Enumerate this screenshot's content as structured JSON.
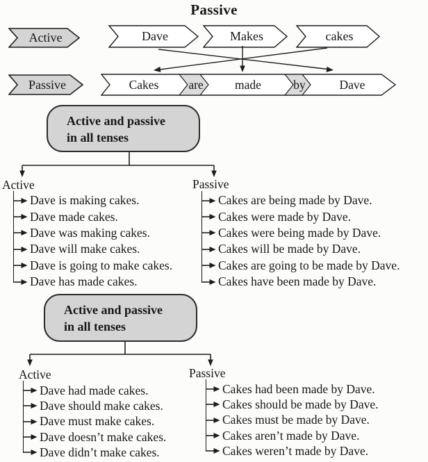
{
  "title": "Passive",
  "transform_diagram": {
    "active_label": "Active",
    "passive_label": "Passive",
    "active_words": [
      "Dave",
      "Makes",
      "cakes"
    ],
    "passive_words": [
      "Cakes",
      "are",
      "made",
      "by",
      "Dave"
    ]
  },
  "tense_diagram": {
    "box_line1": "Active and passive",
    "box_line2": "in all tenses",
    "active_label": "Active",
    "passive_label": "Passive",
    "active_items": [
      "Dave is making cakes.",
      "Dave made cakes.",
      "Dave was making cakes.",
      "Dave will make cakes.",
      "Dave is going to make cakes.",
      "Dave has made cakes."
    ],
    "passive_items": [
      "Cakes are being made by Dave.",
      "Cakes were made by Dave.",
      "Cakes were being made by Dave.",
      "Cakes will be made by Dave.",
      "Cakes are going to be made by Dave.",
      "Cakes have been made by Dave."
    ]
  },
  "modal_diagram": {
    "box_line1": "Active and passive",
    "box_line2": "in all tenses",
    "active_label": "Active",
    "passive_label": "Passive",
    "active_items": [
      "Dave had made cakes.",
      "Dave should make cakes.",
      "Dave must make cakes.",
      "Dave doesn’t make cakes.",
      "Dave didn’t make cakes."
    ],
    "passive_items": [
      "Cakes had been made by Dave.",
      "Cakes should be made by Dave.",
      "Cakes must be made by Dave.",
      "Cakes aren’t made by Dave.",
      "Cakes weren’t made by Dave."
    ]
  },
  "colors": {
    "banner_gray": "#d4d4d4",
    "segment_gray": "#dcdcdc",
    "box_gray": "#d4d4d4",
    "ink": "#1d1d1d",
    "background": "#fcfcfa"
  }
}
